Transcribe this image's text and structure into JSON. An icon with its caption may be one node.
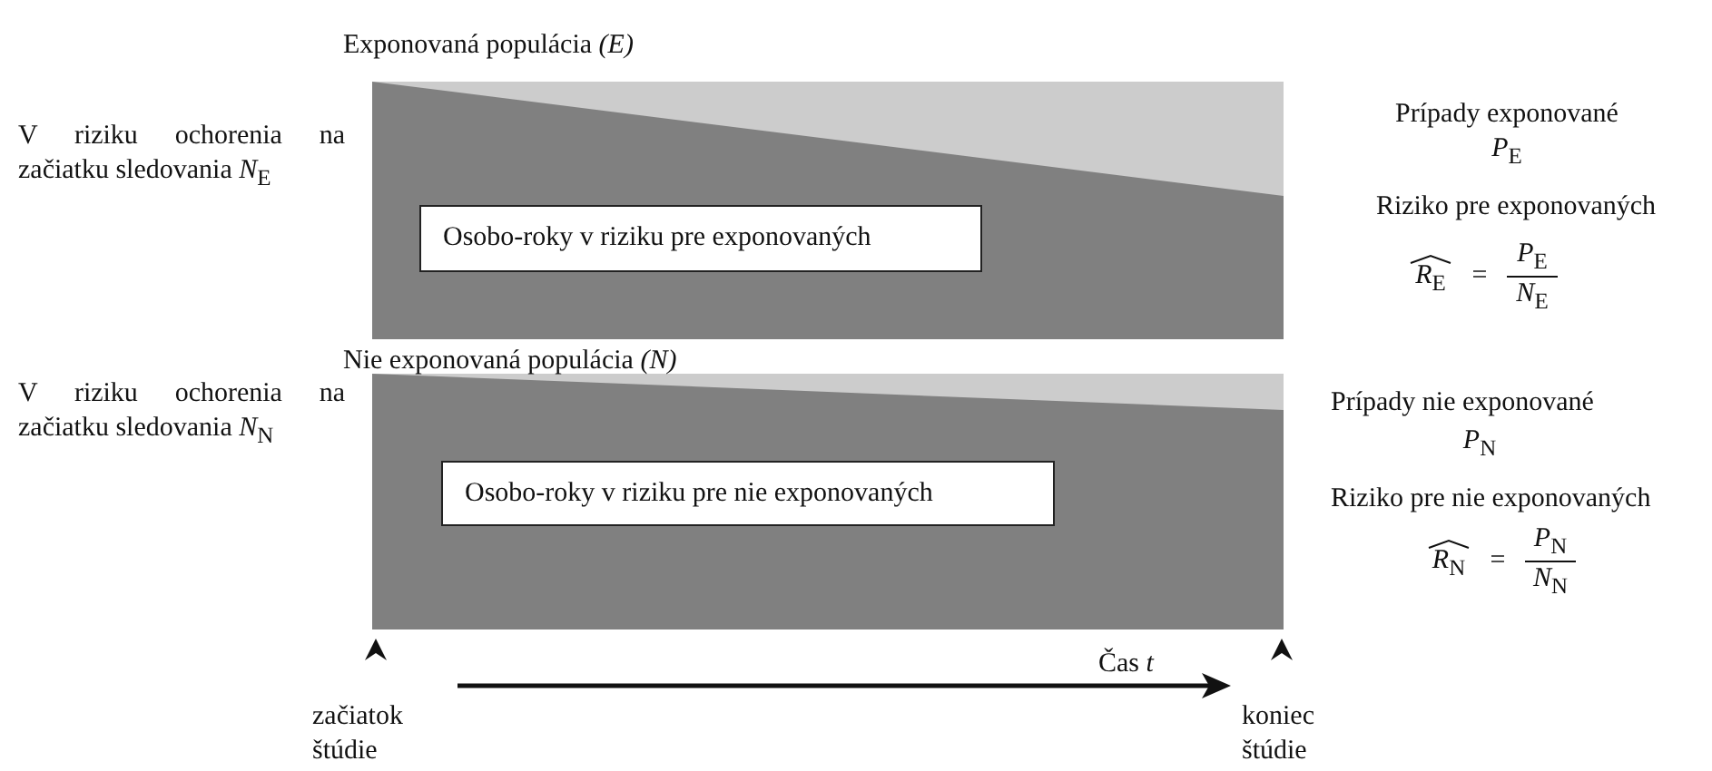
{
  "diagram": {
    "nodes": [
      {
        "text": [
          "Exponovaná populácia *(E)*"
        ]
      },
      {
        "text": [
          "Osobo-roky v riziku pre exponovaných"
        ],
        "in": 0
      },
      {
        "text": [
          "Nie exponovaná populácia *(N)*"
        ]
      },
      {
        "text": [
          "Osobo-roky v riziku pre nie exponovaných"
        ],
        "in": 2
      }
    ],
    "edges": [],
    "labels": [
      "V riziku ochorenia na začiatku sledovania *N*$_{E}$",
      "Prípady exponované",
      "*P*$_{E}$",
      "Riziko pre exponovaných",
      "*R*$_{E}$",
      "=",
      "*P*$_{E}$",
      "*N*$_{E}$",
      "V riziku ochorenia na začiatku sledovania *N*$_{N}$",
      "Prípady nie exponované",
      "*P*$_{N}$",
      "Riziko pre nie exponovaných",
      "*R*$_{N}$",
      "=",
      "*P*$_{N}$",
      "*N*$_{N}$",
      "Čas *t*",
      "začiatok štúdie",
      "koniec štúdie"
    ]
  }
}
